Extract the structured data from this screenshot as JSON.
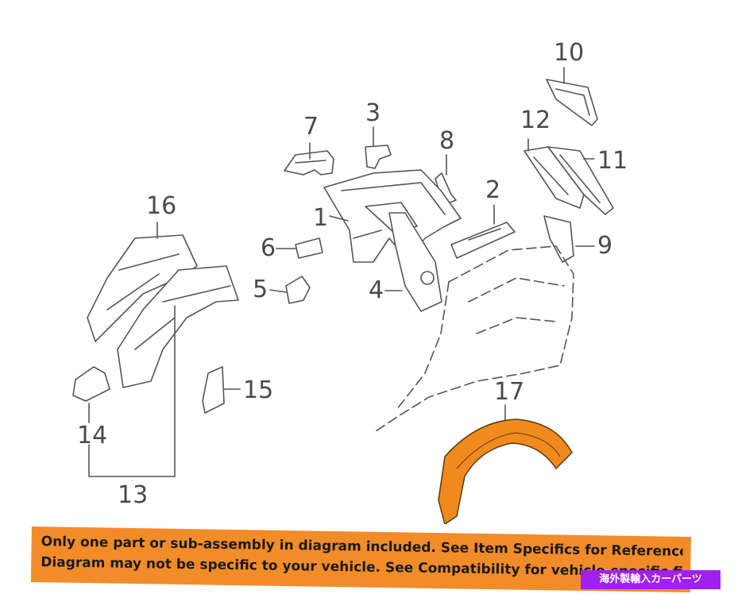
{
  "callouts": {
    "c1": "1",
    "c2": "2",
    "c3": "3",
    "c4": "4",
    "c5": "5",
    "c6": "6",
    "c7": "7",
    "c8": "8",
    "c9": "9",
    "c10": "10",
    "c11": "11",
    "c12": "12",
    "c13": "13",
    "c14": "14",
    "c15": "15",
    "c16": "16",
    "c17": "17"
  },
  "colors": {
    "line": "#555555",
    "highlight_part": "#f08a1c",
    "notice_bg": "#f28c28",
    "badge_bg": "#a020f0"
  },
  "notice": {
    "line1": "Only one part or sub-assembly in diagram included. See Item Specifics for Reference #.",
    "line2": "Diagram may not be specific to your vehicle. See Compatibility for vehicle-specific fit."
  },
  "badge": {
    "text": "海外製輸入カーパーツ"
  }
}
